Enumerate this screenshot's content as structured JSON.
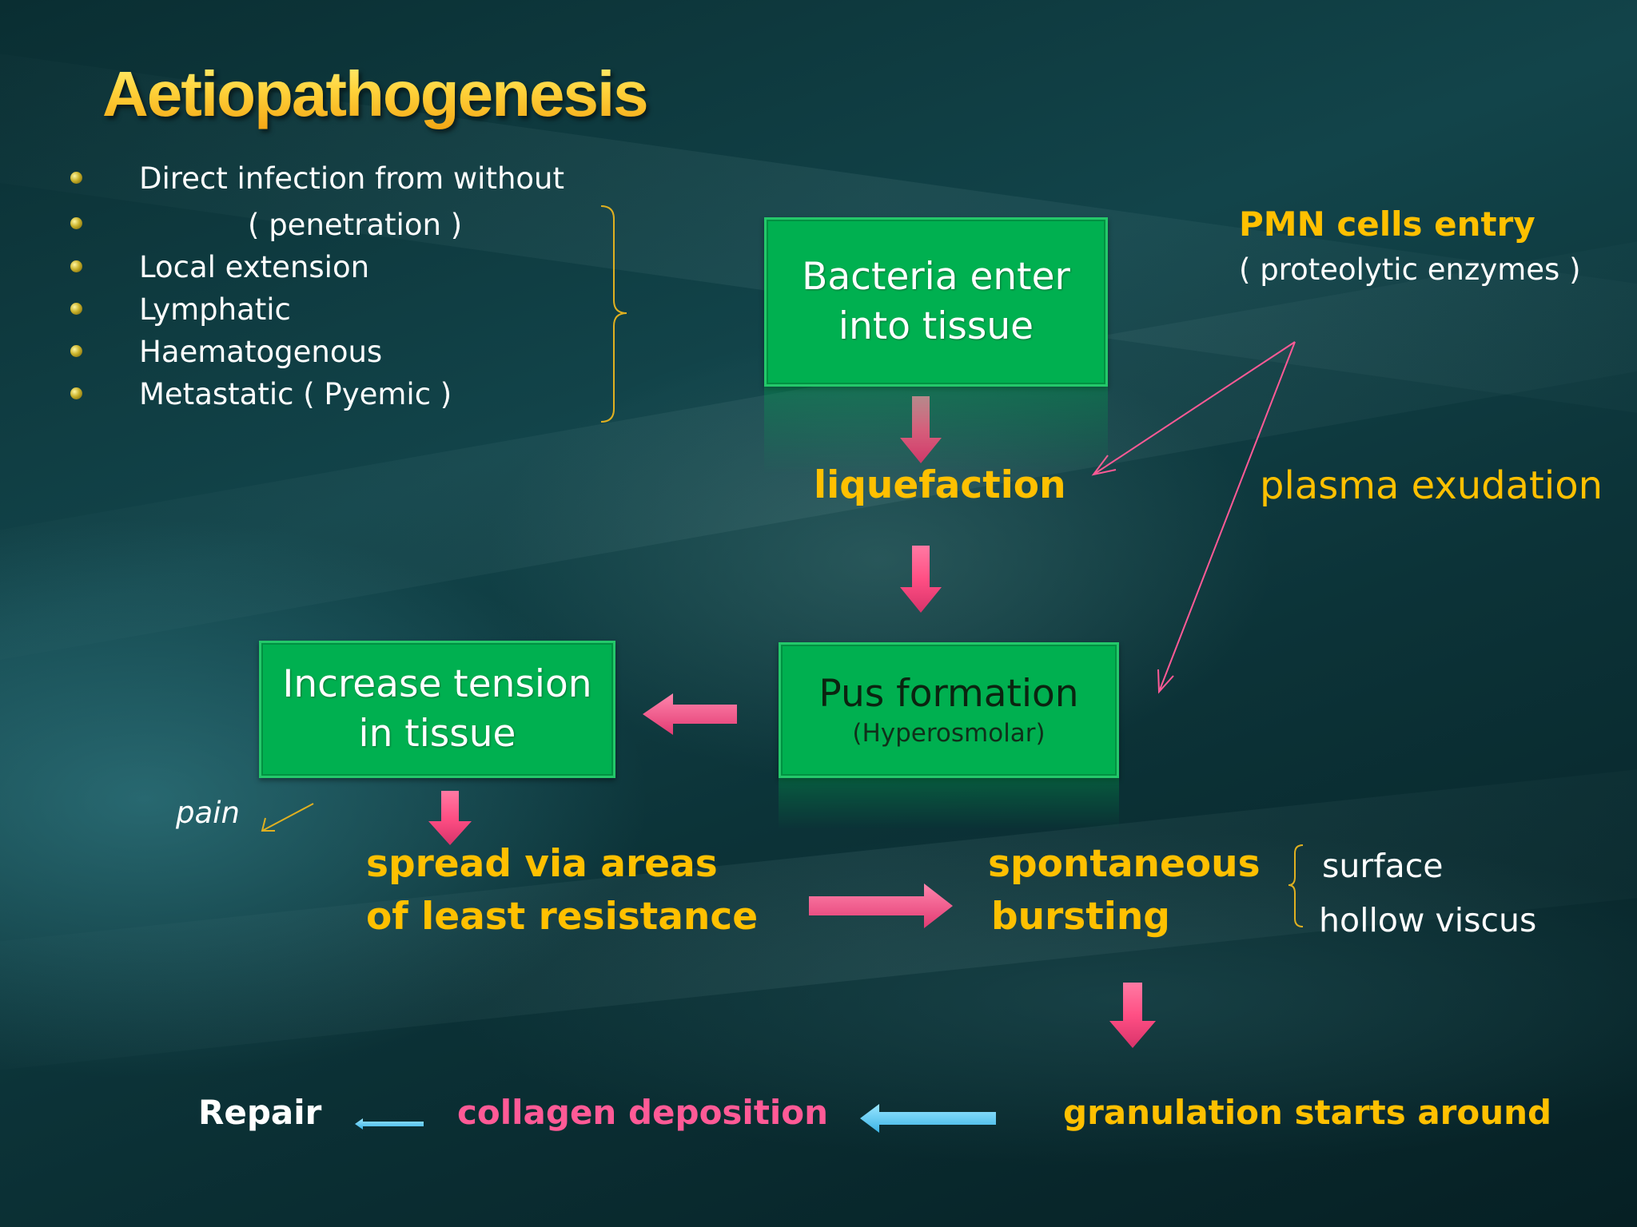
{
  "title": "Aetiopathogenesis",
  "causes": [
    "Direct infection from without",
    "( penetration )",
    "Local extension",
    "Lymphatic",
    "Haematogenous",
    "Metastatic  ( Pyemic )"
  ],
  "boxes": {
    "bacteria": {
      "line1": "Bacteria enter",
      "line2": "into  tissue"
    },
    "pus": {
      "line1": "Pus formation",
      "line2": "(Hyperosmolar)"
    },
    "tension": {
      "line1": "Increase tension",
      "line2": "in tissue"
    }
  },
  "labels": {
    "liquefaction": "liquefaction",
    "pmn_title": "PMN cells entry",
    "pmn_sub": "( proteolytic  enzymes )",
    "plasma": "plasma exudation",
    "pain": "pain",
    "spread_line1": "spread via areas",
    "spread_line2": "of least  resistance",
    "burst_line1": "spontaneous",
    "burst_line2": "bursting",
    "burst_opt1": "surface",
    "burst_opt2": "hollow  viscus",
    "granulation": "granulation starts around",
    "collagen": "collagen  deposition",
    "repair": "Repair"
  },
  "colors": {
    "box_fill": "#00b050",
    "heading_yellow": "#ffc000",
    "arrow_pink": "#ff4f84",
    "arrow_cyan": "#4fc8f0",
    "collagen_pink": "#ff5a96",
    "bracket_yellow": "#e0b020"
  }
}
